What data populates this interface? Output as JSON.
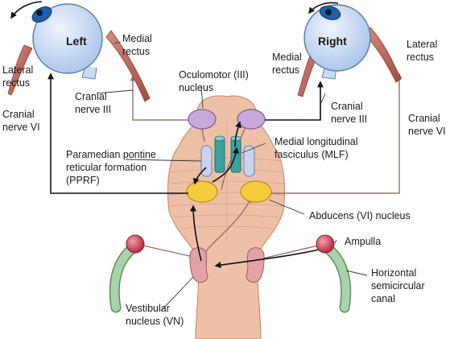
{
  "eyes": {
    "left": {
      "name": "Left"
    },
    "right": {
      "name": "Right"
    }
  },
  "labels": {
    "medial_rectus_left": [
      "Medial",
      "rectus"
    ],
    "lateral_rectus_left": [
      "Lateral",
      "rectus"
    ],
    "cranial_nerve_iii_left": [
      "Cranial",
      "nerve III"
    ],
    "cranial_nerve_vi_left": [
      "Cranial",
      "nerve VI"
    ],
    "medial_rectus_right": [
      "Medial",
      "rectus"
    ],
    "lateral_rectus_right": [
      "Lateral",
      "rectus"
    ],
    "cranial_nerve_iii_right": [
      "Cranial",
      "nerve III"
    ],
    "cranial_nerve_vi_right": [
      "Cranial",
      "nerve VI"
    ],
    "oculomotor_nucleus": [
      "Oculomotor (III)",
      "nucleus"
    ],
    "mlf": [
      "Medial longitudinal",
      "fasciculus (MLF)"
    ],
    "pprf": [
      "Paramedian pontine",
      "reticular formation",
      "(PPRF)"
    ],
    "abducens_nucleus": [
      "Abducens (VI) nucleus"
    ],
    "ampulla": [
      "Ampulla"
    ],
    "semicircular_canal": [
      "Horizontal",
      "semicircular",
      "canal"
    ],
    "vestibular_nucleus": [
      "Vestibular",
      "nucleus (VN)"
    ]
  },
  "colors": {
    "eye_fill": "#c9dcf5",
    "iris": "#1f5fa8",
    "muscle": "#b8574a",
    "brainstem": "#eec1a6",
    "oculomotor_nucleus": "#c9a8dc",
    "abducens_nucleus": "#f5cc3c",
    "mlf": "#3aa3a0",
    "pprf": "#c8d4ef",
    "vestibular_nucleus": "#e3a3a4",
    "ampulla": "#c7374a",
    "canal": "#93c597",
    "excitatory_path": "#111111",
    "nerve_path": "#9b6e6a"
  }
}
